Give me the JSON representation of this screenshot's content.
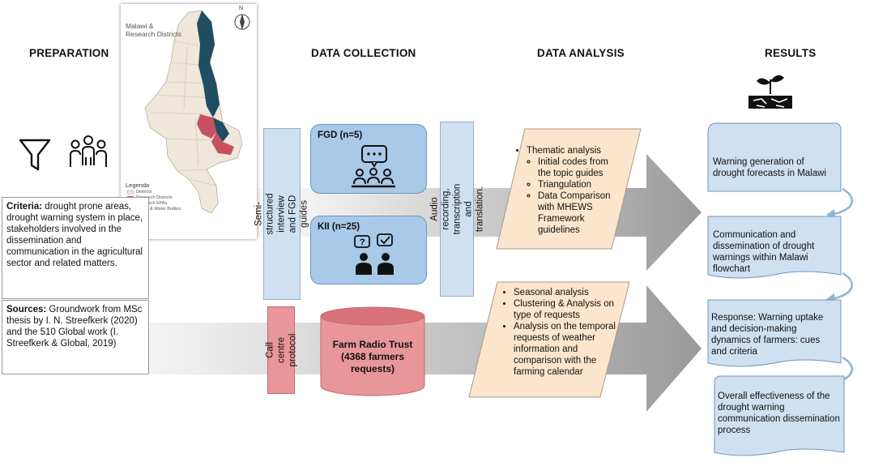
{
  "headers": {
    "preparation": "PREPARATION",
    "collection": "DATA COLLECTION",
    "analysis": "DATA ANALYSIS",
    "results": "RESULTS"
  },
  "map": {
    "title_line1": "Malawi &",
    "title_line2": "Research Districts",
    "north": "N",
    "legend_title": "Legenda",
    "legend": [
      "Districts",
      "Research Districts",
      "Research EPAs",
      "Rivers & Water Bodies"
    ]
  },
  "criteria": {
    "label": "Criteria:",
    "text": " drought prone areas, drought warning system in place, stakeholders involved in the dissemination and communication in the agricultural sector and related matters."
  },
  "sources": {
    "label": "Sources:",
    "text": " Groundwork from MSc thesis by I. N. Streefkerk (2020) and the 510 Global work (I. Streefkerk & Global, 2019)"
  },
  "collection": {
    "interview_guides": "Semi-structured interview and FGD guides",
    "fgd_label": "FGD (n=5)",
    "kii_label": "KII (n=25)",
    "audio": "Audio recording, transcription and translation.",
    "call_centre": "Call centre protocol",
    "frt_line1": "Farm Radio Trust",
    "frt_line2": "(4368 farmers requests)"
  },
  "analysis": {
    "thematic": "Thematic analysis",
    "thematic_sub": [
      "Initial codes from the topic guides",
      "Triangulation",
      "Data Comparison with MHEWS Framework guidelines"
    ],
    "seasonal": [
      "Seasonal analysis",
      "Clustering & Analysis on type of requests",
      "Analysis on the temporal requests of weather information and comparison with the farming calendar"
    ]
  },
  "results": [
    "Warning generation of drought forecasts in Malawi",
    "Communication and dissemination of drought warnings within Malawi flowchart",
    "Response: Warning uptake and decision-making dynamics of farmers: cues and criteria",
    "Overall effectiveness of the drought warning communication dissemination process"
  ],
  "icons": [
    "funnel-icon",
    "people-group-icon",
    "chat-bubble-group-icon",
    "question-check-people-icon",
    "seedling-soil-icon"
  ],
  "colors": {
    "blue_fill": "#cfe0f1",
    "blue_dark": "#a9c9e8",
    "orange_fill": "#fbe5cc",
    "red_fill": "#e8969a",
    "red_dark": "#d87479",
    "map_dark": "#1f4e63",
    "map_red": "#c75060"
  }
}
